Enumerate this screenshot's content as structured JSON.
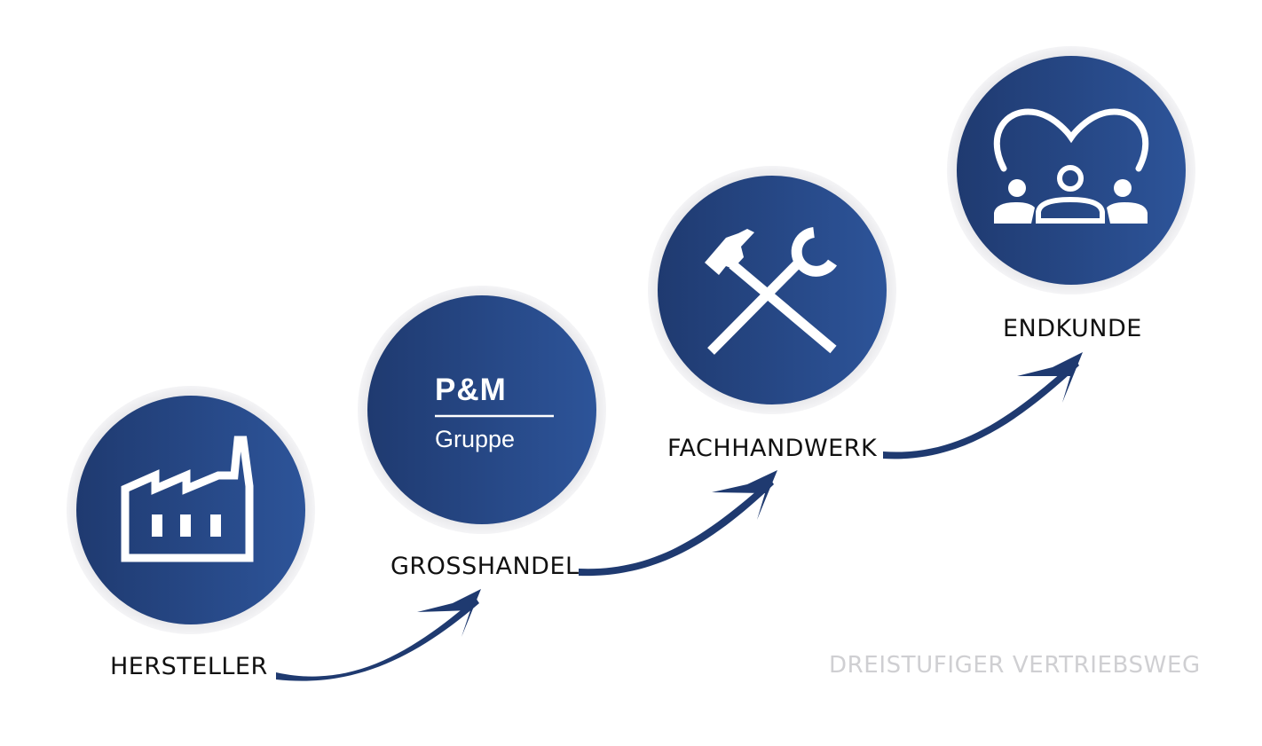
{
  "steps": [
    {
      "label": "HERSTELLER",
      "icon": "factory-icon"
    },
    {
      "label": "GROSSHANDEL",
      "icon": "pm-gruppe-logo"
    },
    {
      "label": "FACHHANDWERK",
      "icon": "tools-icon"
    },
    {
      "label": "ENDKUNDE",
      "icon": "customers-heart-icon"
    }
  ],
  "logo": {
    "main": "P&M",
    "sub": "Gruppe"
  },
  "caption": "DREISTUFIGER VERTRIEBSWEG",
  "colors": {
    "circle_dark": "#1f3a70",
    "circle_light": "#2d5499",
    "ring": "#ececee",
    "arrow": "#1f3a70",
    "caption": "#cfcfd2"
  }
}
